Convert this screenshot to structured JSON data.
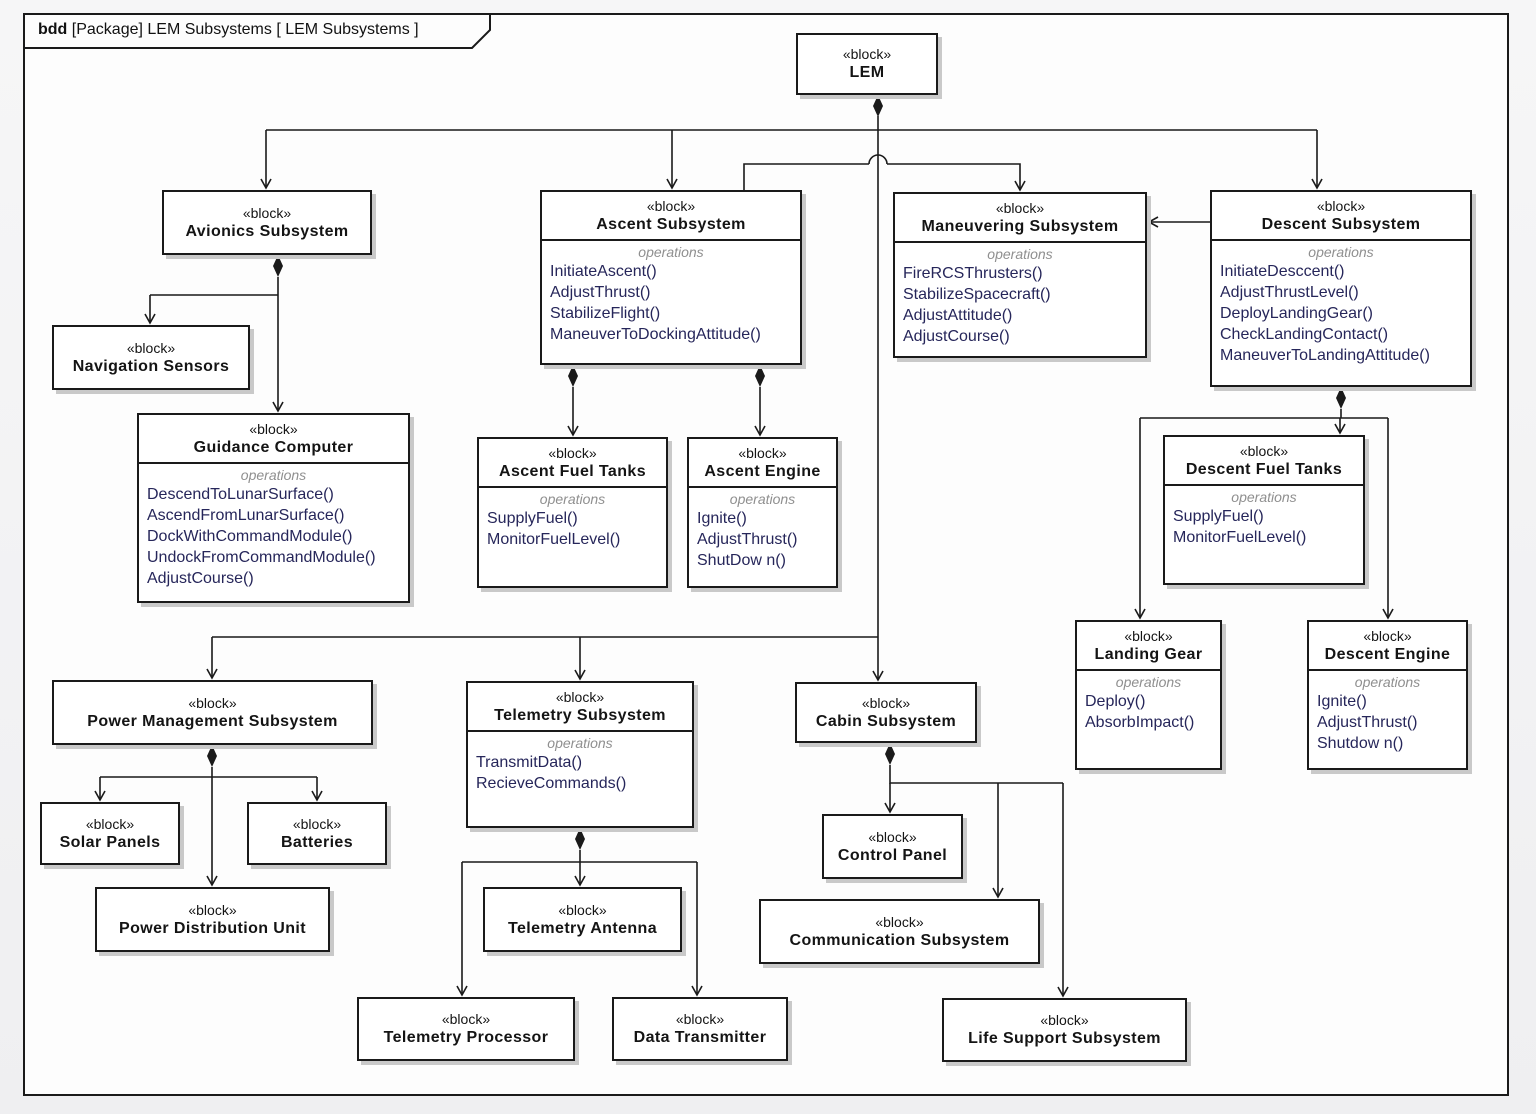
{
  "frame": {
    "keyword": "bdd",
    "title": "[Package] LEM Subsystems [ LEM Subsystems ]"
  },
  "labels": {
    "stereotype": "«block»",
    "operations": "operations"
  },
  "colors": {
    "block_border": "#1a1a1a",
    "block_fill": "#ffffff",
    "shadow": "#c9c9c9",
    "operation_text": "#26265a",
    "operations_label": "#8f8f8f",
    "page_background": "#f3f3f4"
  },
  "blocks": {
    "lem": {
      "name": "LEM"
    },
    "avionics": {
      "name": "Avionics Subsystem"
    },
    "nav_sensors": {
      "name": "Navigation Sensors"
    },
    "guidance": {
      "name": "Guidance Computer",
      "ops": [
        "DescendToLunarSurface()",
        "AscendFromLunarSurface()",
        "DockWithCommandModule()",
        "UndockFromCommandModule()",
        "AdjustCourse()"
      ]
    },
    "ascent": {
      "name": "Ascent Subsystem",
      "ops": [
        "InitiateAscent()",
        "AdjustThrust()",
        "StabilizeFlight()",
        "ManeuverToDockingAttitude()"
      ]
    },
    "ascent_fuel": {
      "name": "Ascent Fuel Tanks",
      "ops": [
        "SupplyFuel()",
        "MonitorFuelLevel()"
      ]
    },
    "ascent_engine": {
      "name": "Ascent Engine",
      "ops": [
        "Ignite()",
        "AdjustThrust()",
        "ShutDow n()"
      ]
    },
    "maneuvering": {
      "name": "Maneuvering Subsystem",
      "ops": [
        "FireRCSThrusters()",
        "StabilizeSpacecraft()",
        "AdjustAttitude()",
        "AdjustCourse()"
      ]
    },
    "descent": {
      "name": "Descent Subsystem",
      "ops": [
        "InitiateDesccent()",
        "AdjustThrustLevel()",
        "DeployLandingGear()",
        "CheckLandingContact()",
        "ManeuverToLandingAttitude()"
      ]
    },
    "descent_fuel": {
      "name": "Descent Fuel Tanks",
      "ops": [
        "SupplyFuel()",
        "MonitorFuelLevel()"
      ]
    },
    "landing_gear": {
      "name": "Landing Gear",
      "ops": [
        "Deploy()",
        "AbsorbImpact()"
      ]
    },
    "descent_engine": {
      "name": "Descent Engine",
      "ops": [
        "Ignite()",
        "AdjustThrust()",
        "Shutdow n()"
      ]
    },
    "power_mgmt": {
      "name": "Power Management Subsystem"
    },
    "solar": {
      "name": "Solar Panels"
    },
    "batteries": {
      "name": "Batteries"
    },
    "pdu": {
      "name": "Power Distribution Unit"
    },
    "telemetry": {
      "name": "Telemetry Subsystem",
      "ops": [
        "TransmitData()",
        "RecieveCommands()"
      ]
    },
    "antenna": {
      "name": "Telemetry Antenna"
    },
    "tel_processor": {
      "name": "Telemetry Processor"
    },
    "data_tx": {
      "name": "Data Transmitter"
    },
    "cabin": {
      "name": "Cabin Subsystem"
    },
    "control_panel": {
      "name": "Control Panel"
    },
    "comm": {
      "name": "Communication Subsystem"
    },
    "life_support": {
      "name": "Life Support Subsystem"
    }
  },
  "relationships": [
    {
      "type": "composition",
      "from": "LEM",
      "to": "Avionics Subsystem"
    },
    {
      "type": "composition",
      "from": "LEM",
      "to": "Ascent Subsystem"
    },
    {
      "type": "composition",
      "from": "LEM",
      "to": "Descent Subsystem"
    },
    {
      "type": "composition",
      "from": "LEM",
      "to": "Power Management Subsystem"
    },
    {
      "type": "composition",
      "from": "LEM",
      "to": "Telemetry Subsystem"
    },
    {
      "type": "composition",
      "from": "LEM",
      "to": "Cabin Subsystem"
    },
    {
      "type": "association",
      "from": "Ascent Subsystem",
      "to": "Maneuvering Subsystem"
    },
    {
      "type": "association",
      "from": "Descent Subsystem",
      "to": "Maneuvering Subsystem"
    },
    {
      "type": "composition",
      "from": "Avionics Subsystem",
      "to": "Navigation Sensors"
    },
    {
      "type": "composition",
      "from": "Avionics Subsystem",
      "to": "Guidance Computer"
    },
    {
      "type": "composition",
      "from": "Ascent Subsystem",
      "to": "Ascent Fuel Tanks"
    },
    {
      "type": "composition",
      "from": "Ascent Subsystem",
      "to": "Ascent Engine"
    },
    {
      "type": "composition",
      "from": "Descent Subsystem",
      "to": "Landing Gear"
    },
    {
      "type": "composition",
      "from": "Descent Subsystem",
      "to": "Descent Fuel Tanks"
    },
    {
      "type": "composition",
      "from": "Descent Subsystem",
      "to": "Descent Engine"
    },
    {
      "type": "composition",
      "from": "Power Management Subsystem",
      "to": "Solar Panels"
    },
    {
      "type": "composition",
      "from": "Power Management Subsystem",
      "to": "Batteries"
    },
    {
      "type": "composition",
      "from": "Power Management Subsystem",
      "to": "Power Distribution Unit"
    },
    {
      "type": "composition",
      "from": "Telemetry Subsystem",
      "to": "Telemetry Antenna"
    },
    {
      "type": "composition",
      "from": "Telemetry Subsystem",
      "to": "Telemetry Processor"
    },
    {
      "type": "composition",
      "from": "Telemetry Subsystem",
      "to": "Data Transmitter"
    },
    {
      "type": "composition",
      "from": "Cabin Subsystem",
      "to": "Control Panel"
    },
    {
      "type": "composition",
      "from": "Cabin Subsystem",
      "to": "Communication Subsystem"
    },
    {
      "type": "composition",
      "from": "Cabin Subsystem",
      "to": "Life Support Subsystem"
    }
  ]
}
